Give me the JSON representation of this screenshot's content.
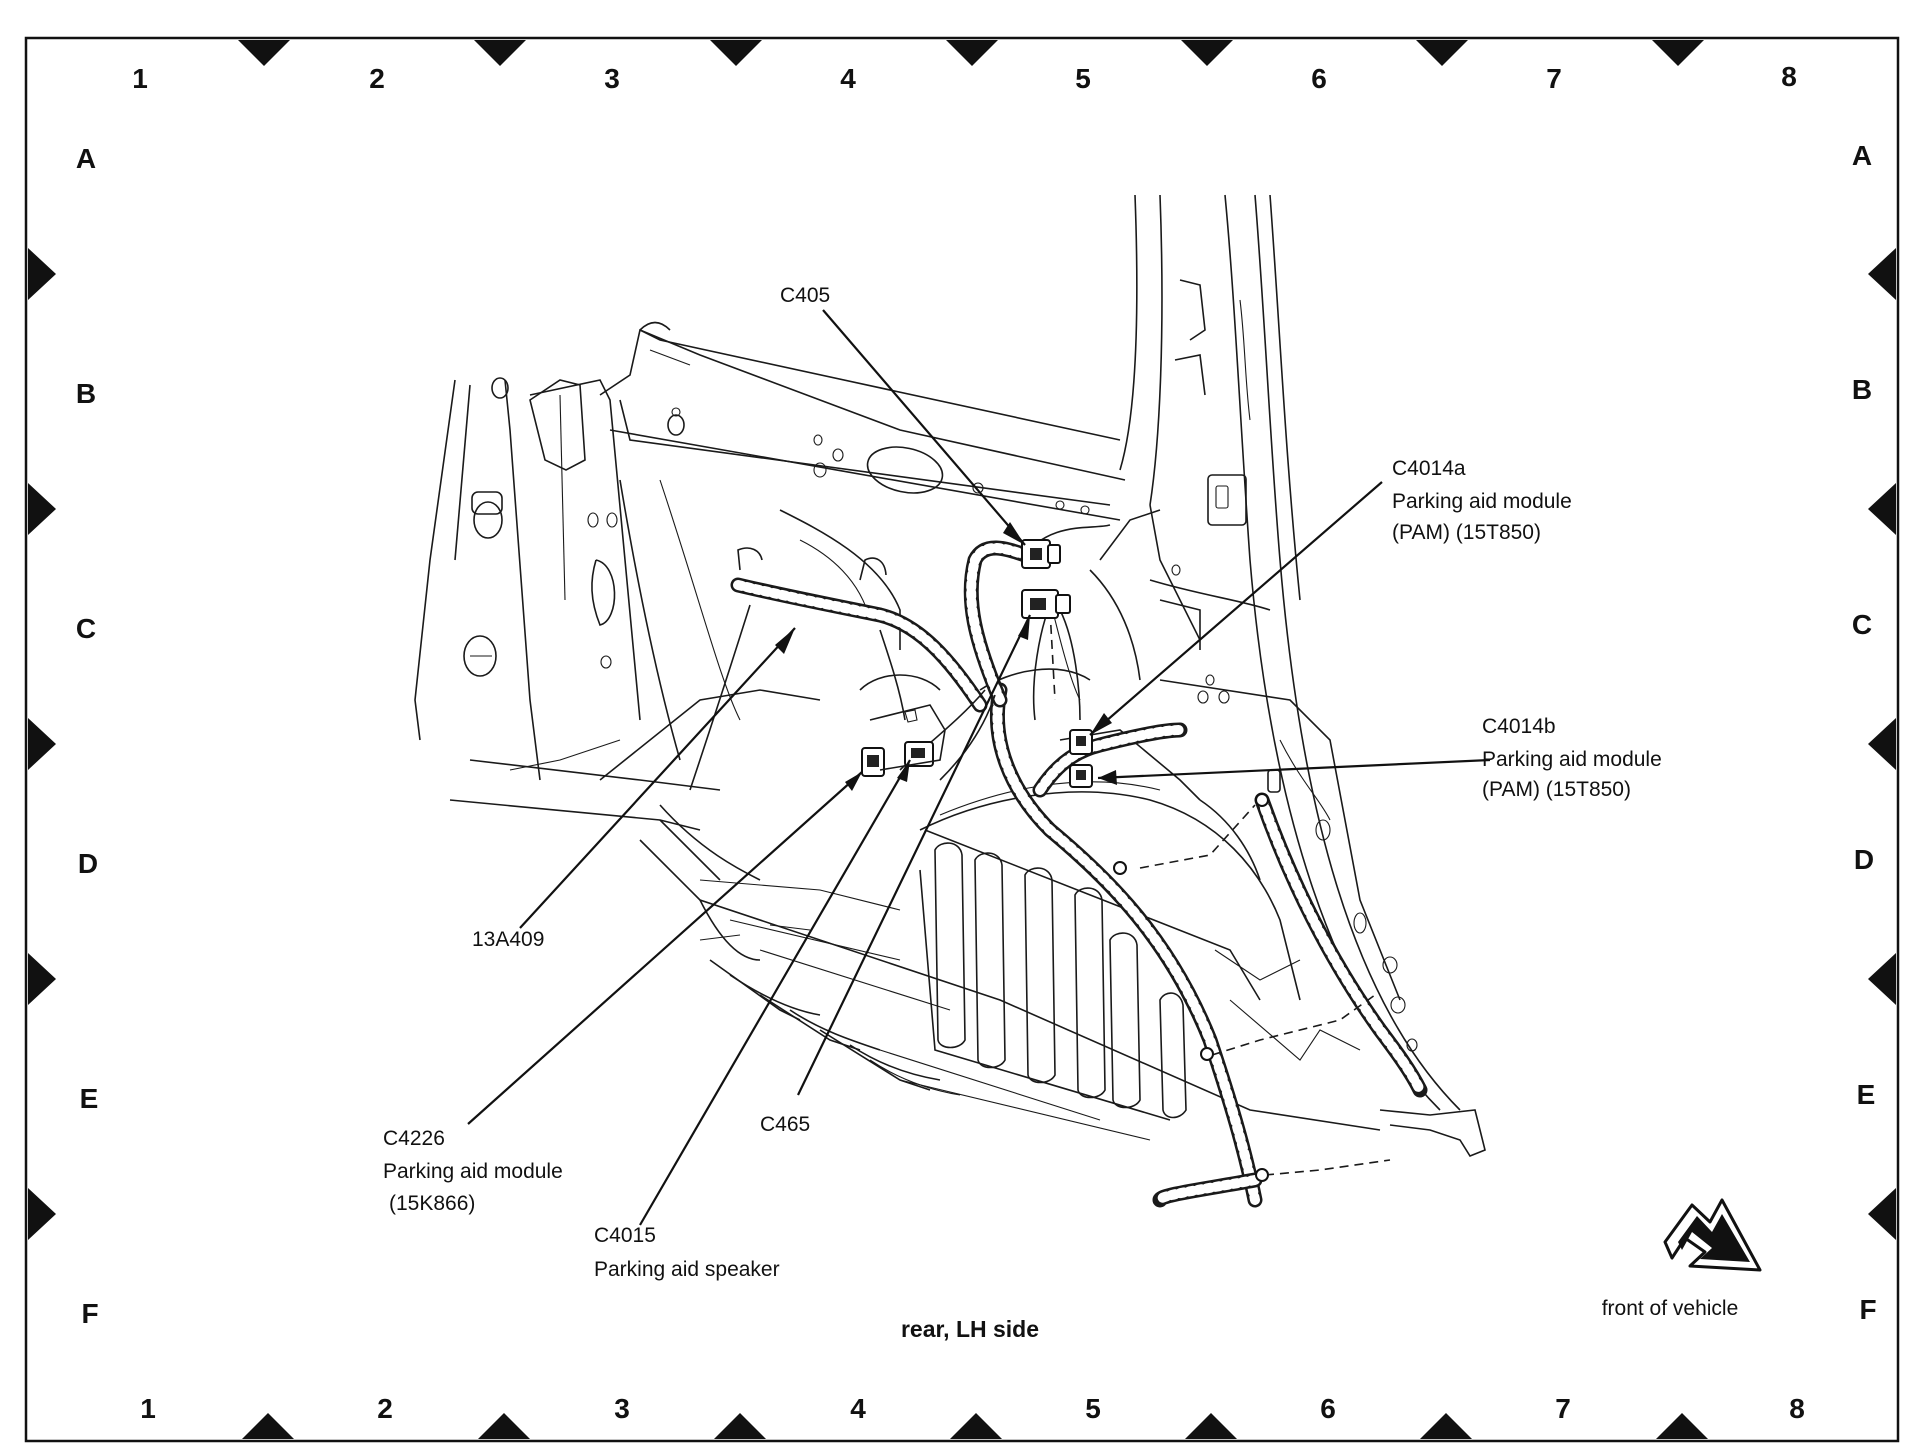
{
  "grid": {
    "columns": [
      "1",
      "2",
      "3",
      "4",
      "5",
      "6",
      "7",
      "8"
    ],
    "rows": [
      "A",
      "B",
      "C",
      "D",
      "E",
      "F"
    ]
  },
  "callouts": {
    "c405": {
      "id": "C405"
    },
    "c4014a": {
      "id": "C4014a",
      "line1": "Parking aid module",
      "line2": "(PAM) (15T850)"
    },
    "c4014b": {
      "id": "C4014b",
      "line1": "Parking aid module",
      "line2": "(PAM) (15T850)"
    },
    "harness_13a409": {
      "id": "13A409"
    },
    "c4226": {
      "id": "C4226",
      "line1": "Parking aid module",
      "line2": "(15K866)"
    },
    "c465": {
      "id": "C465"
    },
    "c4015": {
      "id": "C4015",
      "line1": "Parking aid speaker"
    }
  },
  "caption": "rear, LH side",
  "front_of_vehicle": "front of vehicle"
}
